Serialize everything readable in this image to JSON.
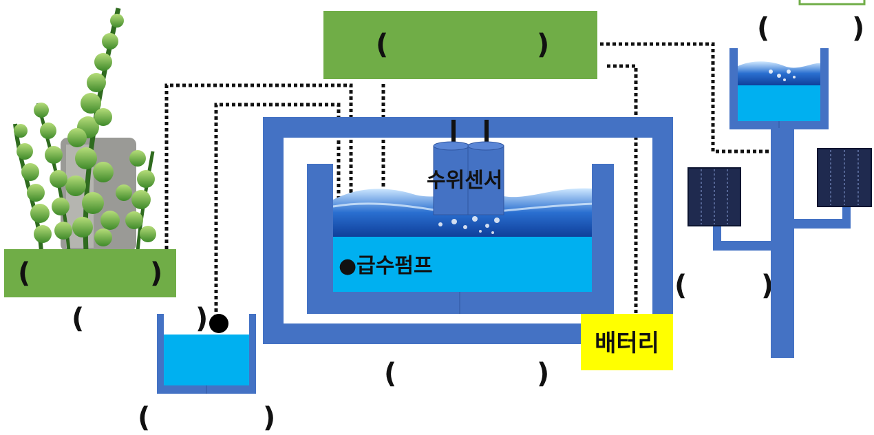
{
  "labels": {
    "water_level_sensor": "수위센서",
    "supply_pump": "●급수펌프",
    "battery": "배터리"
  },
  "blanks": {
    "controller_box": [
      "(",
      ")"
    ],
    "plant_box": [
      "(",
      ")"
    ],
    "below_plant": [
      "(",
      ")"
    ],
    "small_tank": [
      "(",
      ")"
    ],
    "main_tank": [
      "(",
      ")"
    ],
    "right_of_tank": [
      "(",
      ")"
    ],
    "rooftop_tank": [
      "(",
      ")"
    ]
  },
  "colors": {
    "structure_blue": "#4472c4",
    "water": "#00b0f0",
    "label_green": "#70ad47",
    "battery_yellow": "#ffff00",
    "solar_panel": "#1f2a4f"
  }
}
